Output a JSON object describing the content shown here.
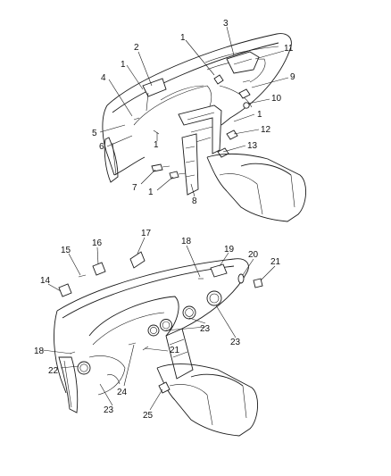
{
  "callouts": {
    "top": [
      "1",
      "2",
      "3",
      "11",
      "1",
      "9",
      "4",
      "10",
      "1",
      "5",
      "12",
      "6",
      "1",
      "13",
      "7",
      "1",
      "8"
    ],
    "bottom": [
      "17",
      "15",
      "16",
      "18",
      "19",
      "20",
      "21",
      "14",
      "23",
      "23",
      "21",
      "18",
      "22",
      "24",
      "23",
      "25"
    ]
  },
  "colors": {
    "line": "#1a1a1a",
    "background": "#ffffff"
  }
}
